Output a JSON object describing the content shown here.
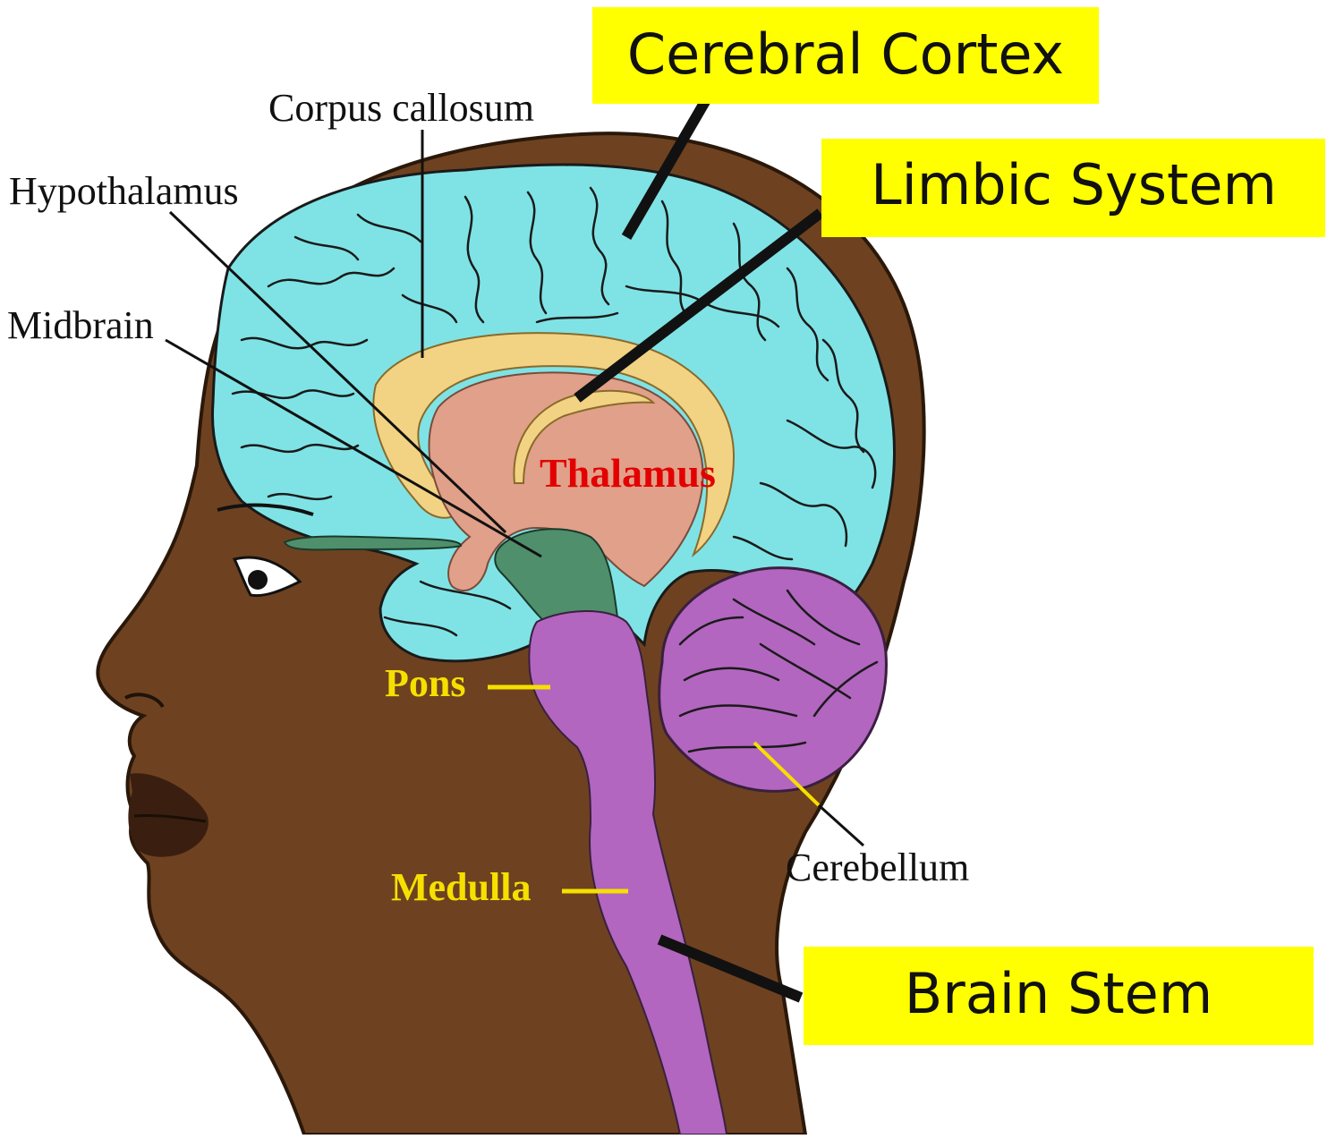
{
  "callouts": {
    "cerebral_cortex": "Cerebral Cortex",
    "limbic_system": "Limbic System",
    "brain_stem": "Brain Stem"
  },
  "labels": {
    "corpus_callosum": "Corpus callosum",
    "hypothalamus": "Hypothalamus",
    "midbrain": "Midbrain",
    "thalamus": "Thalamus",
    "pons": "Pons",
    "medulla": "Medulla",
    "cerebellum": "Cerebellum"
  },
  "colors": {
    "callout_background": "#ffff00",
    "skin": "#6e4220",
    "skin_outline": "#2a180a",
    "cerebrum": "#7fe3e5",
    "corpus_callosum": "#f2d383",
    "thalamus": "#e0a089",
    "midbrain": "#4f8f6c",
    "brainstem": "#b266bf",
    "cerebellum": "#b266bf",
    "lips": "#3a1f10",
    "yellow_text": "#f5e000",
    "thalamus_text": "#e30000",
    "leader_line": "#111111"
  }
}
